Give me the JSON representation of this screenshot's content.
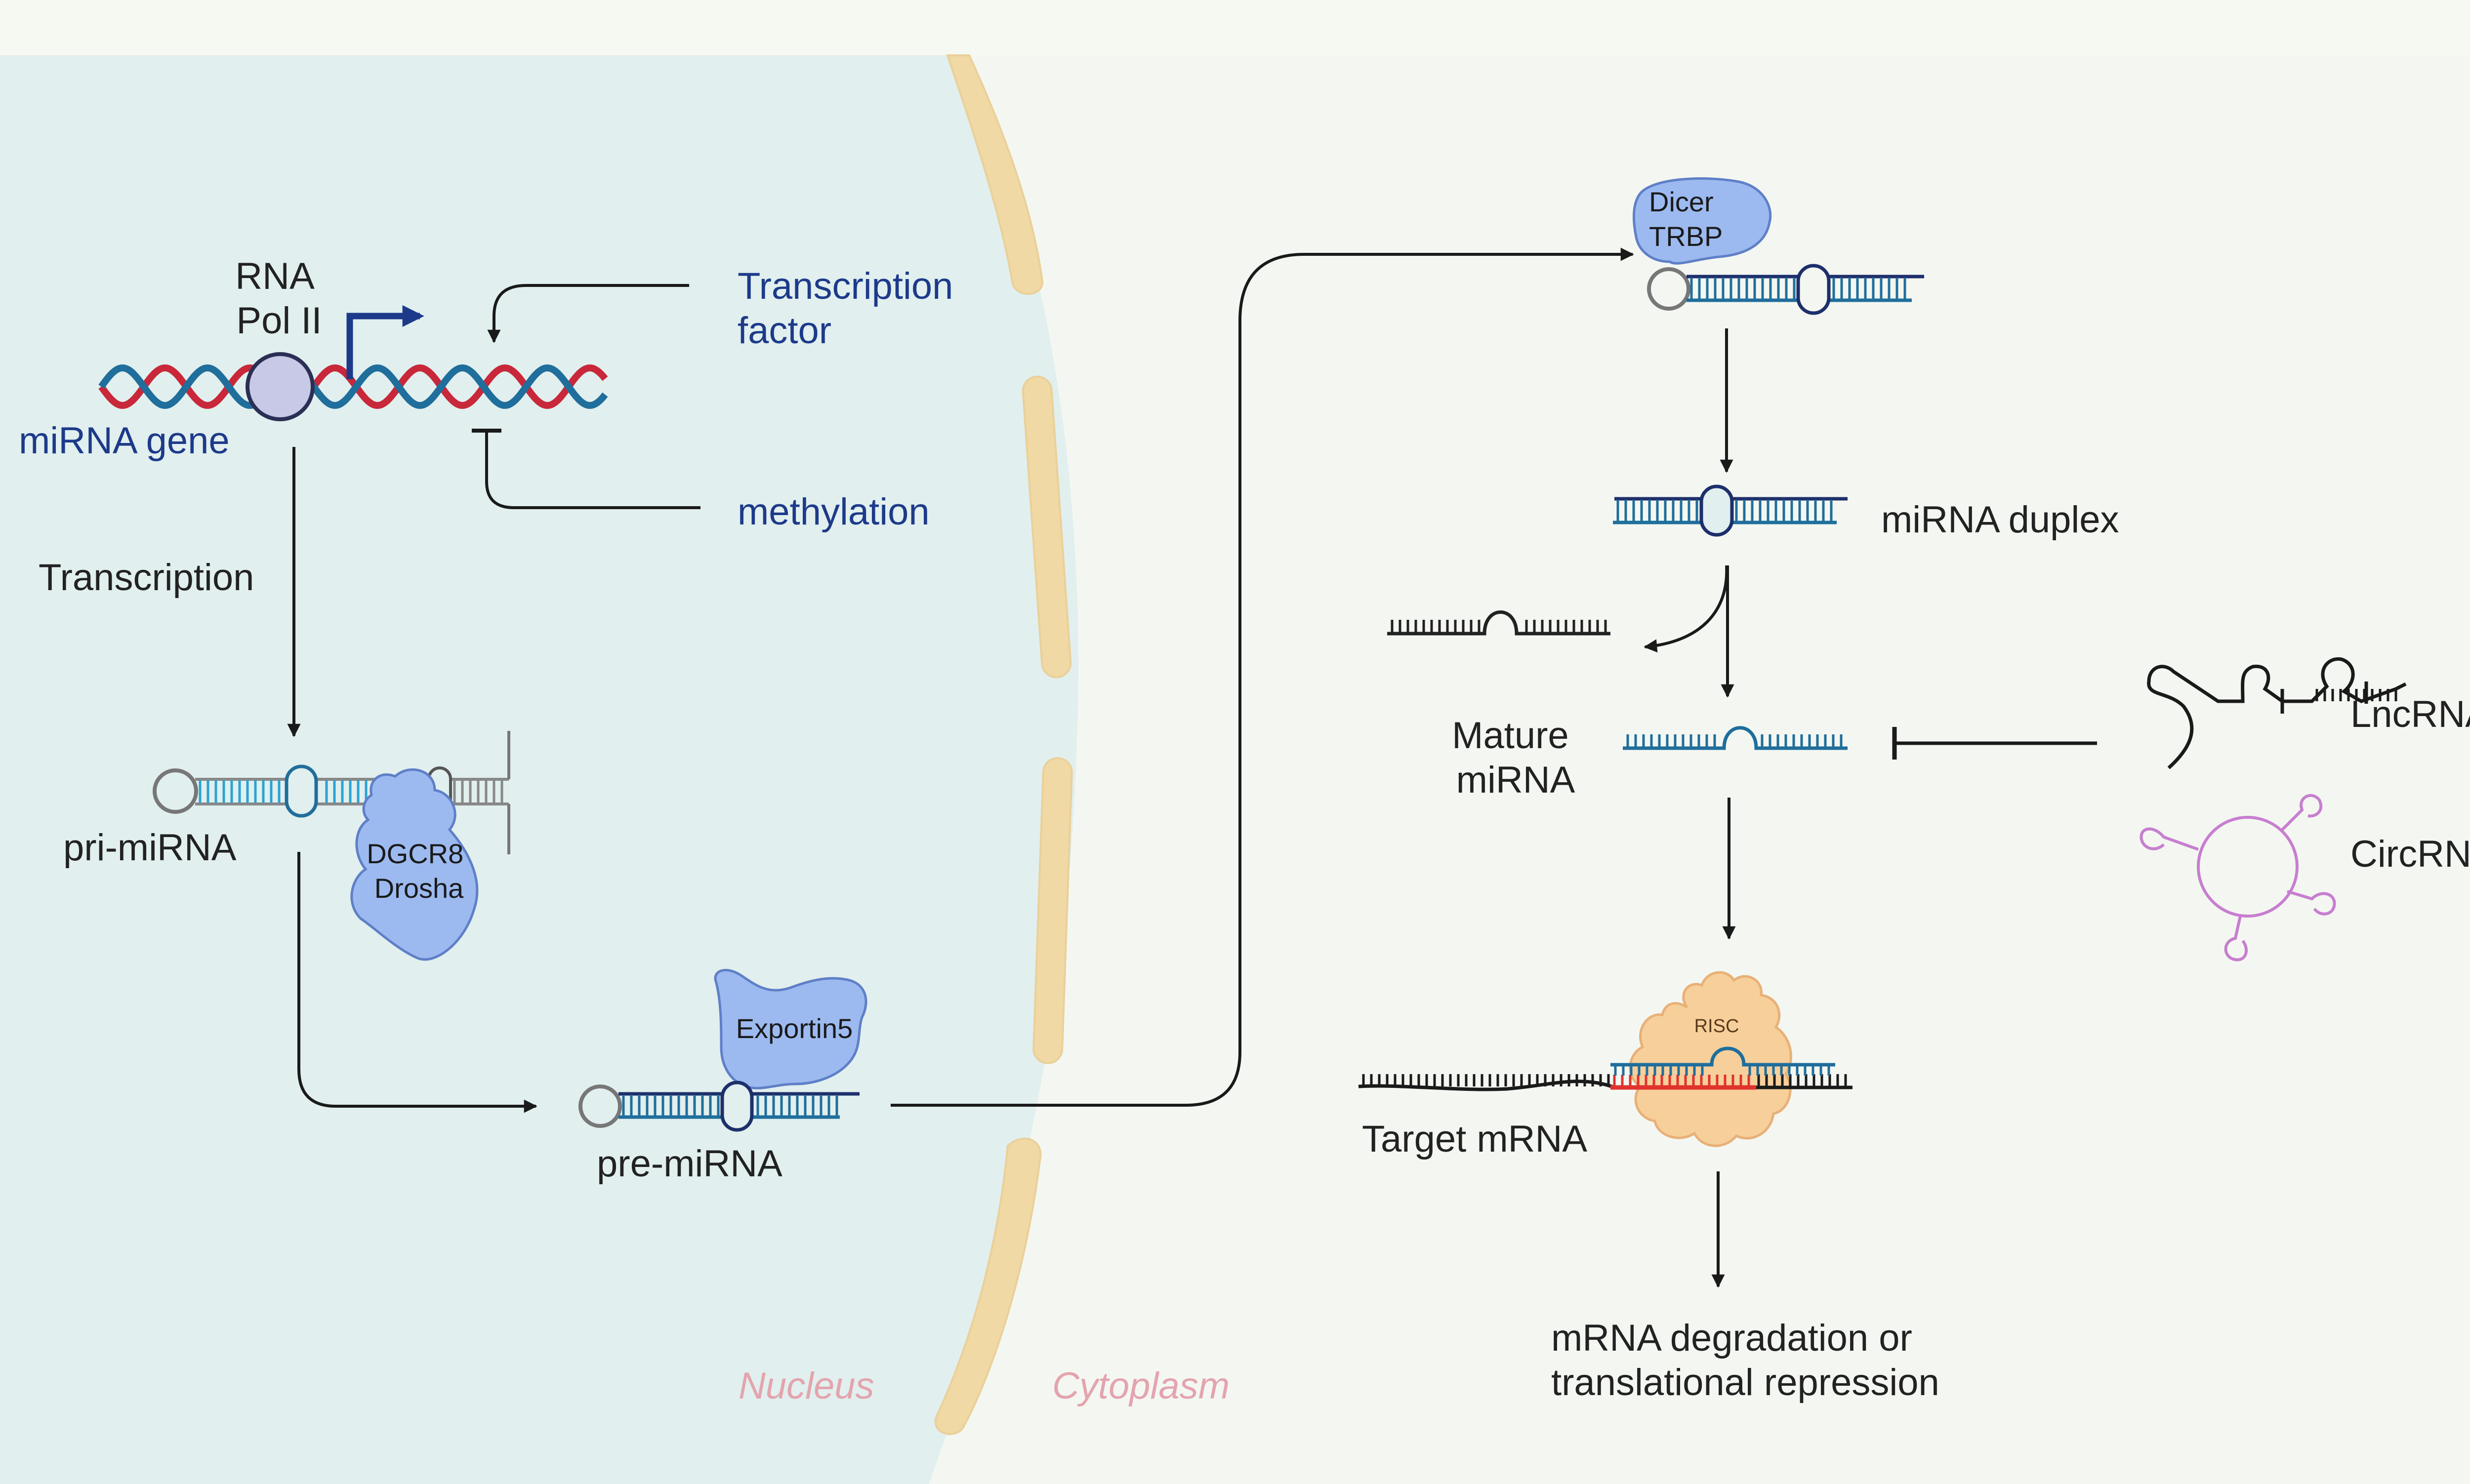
{
  "regions": {
    "nucleus": "Nucleus",
    "cytoplasm": "Cytoplasm"
  },
  "gene": {
    "polymerase": [
      "RNA",
      "Pol II"
    ],
    "gene_label": "miRNA gene"
  },
  "regulators": {
    "transcription_factor": [
      "Transcription",
      "factor"
    ],
    "methylation": "methylation"
  },
  "steps": {
    "transcription": "Transcription"
  },
  "molecules": {
    "pri_mirna": "pri-miRNA",
    "pre_mirna": "pre-miRNA",
    "mirna_duplex": "miRNA duplex",
    "mature_mirna": [
      "Mature",
      "miRNA"
    ],
    "target_mrna": "Target mRNA",
    "lncrna": "LncRNA",
    "circrna": "CircRNA"
  },
  "proteins": {
    "drosha_complex": [
      "DGCR8",
      "Drosha"
    ],
    "exportin": "Exportin5",
    "dicer_complex": [
      "Dicer",
      "TRBP"
    ],
    "risc": "RISC"
  },
  "outcome": [
    "mRNA degradation or",
    "translational repression"
  ],
  "colors": {
    "nucleus": "#e1efee",
    "cytoplasm": "#f4f7f1",
    "membrane": "#f0d9a4",
    "dna_red": "#c8283a",
    "dna_blue": "#1f6e9c",
    "label_blue": "#1d3a8a",
    "protein_blue": "#9cbaf0",
    "risc": "#f6cf9b",
    "target_strand": "#e0332e",
    "circrna": "#c77ed0",
    "region_label": "#e3a4ae"
  }
}
